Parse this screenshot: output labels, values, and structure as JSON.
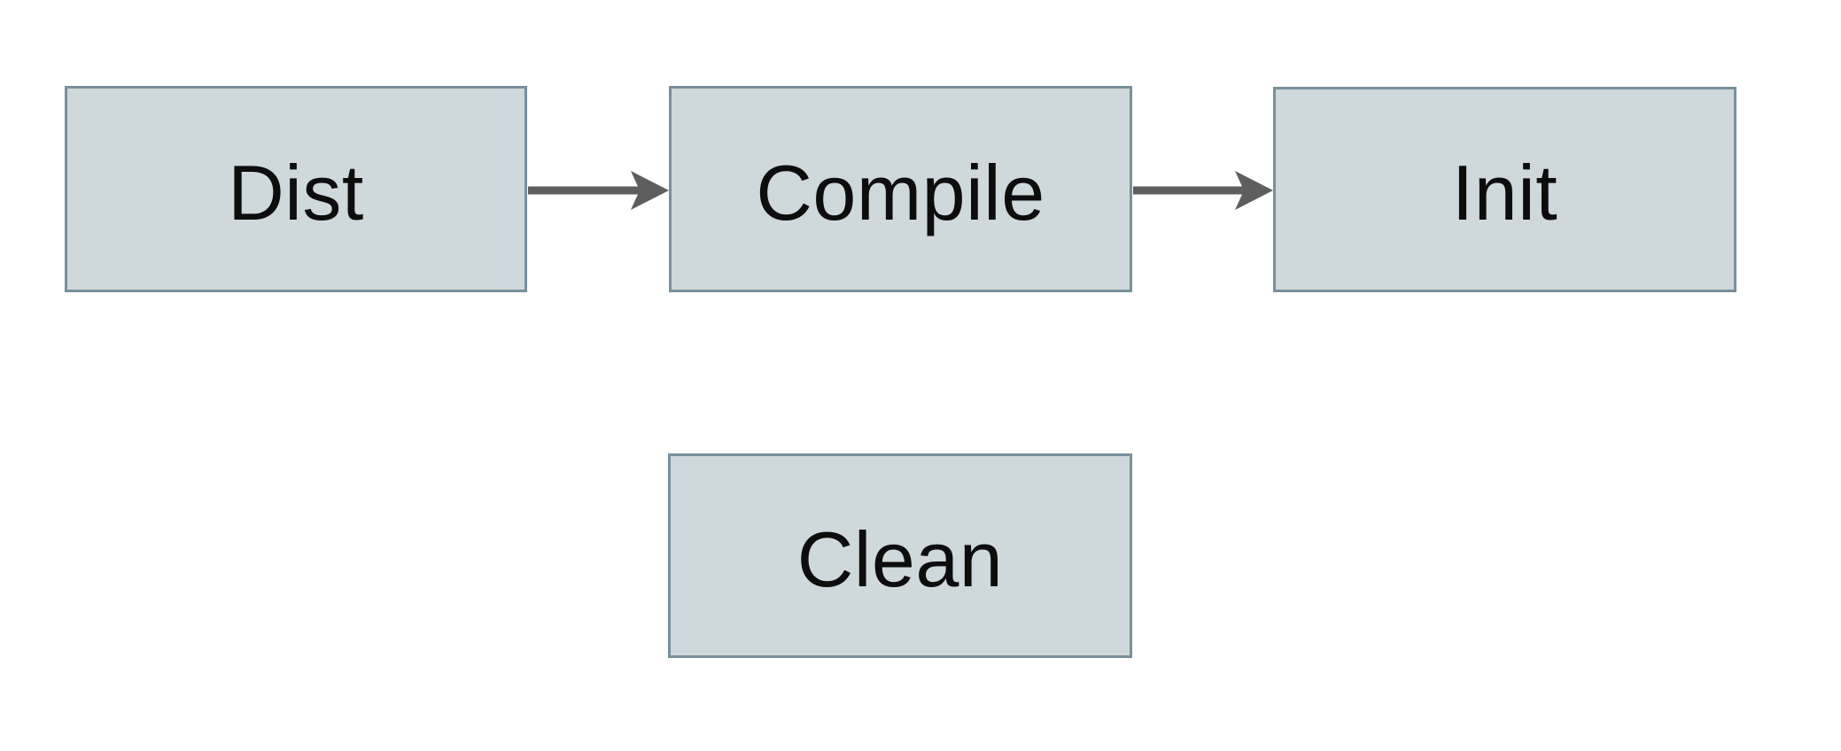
{
  "diagram": {
    "type": "flowchart",
    "colors": {
      "background": "#ffffff",
      "node-fill": "#cfd8db",
      "node-border": "#78909c",
      "arrow": "#5e5e5e",
      "text": "#0d0d0d"
    },
    "nodes": [
      {
        "id": "dist",
        "label": "Dist"
      },
      {
        "id": "compile",
        "label": "Compile"
      },
      {
        "id": "init",
        "label": "Init"
      },
      {
        "id": "clean",
        "label": "Clean"
      }
    ],
    "edges": [
      {
        "from": "Dist",
        "to": "Compile"
      },
      {
        "from": "Compile",
        "to": "Init"
      }
    ]
  }
}
